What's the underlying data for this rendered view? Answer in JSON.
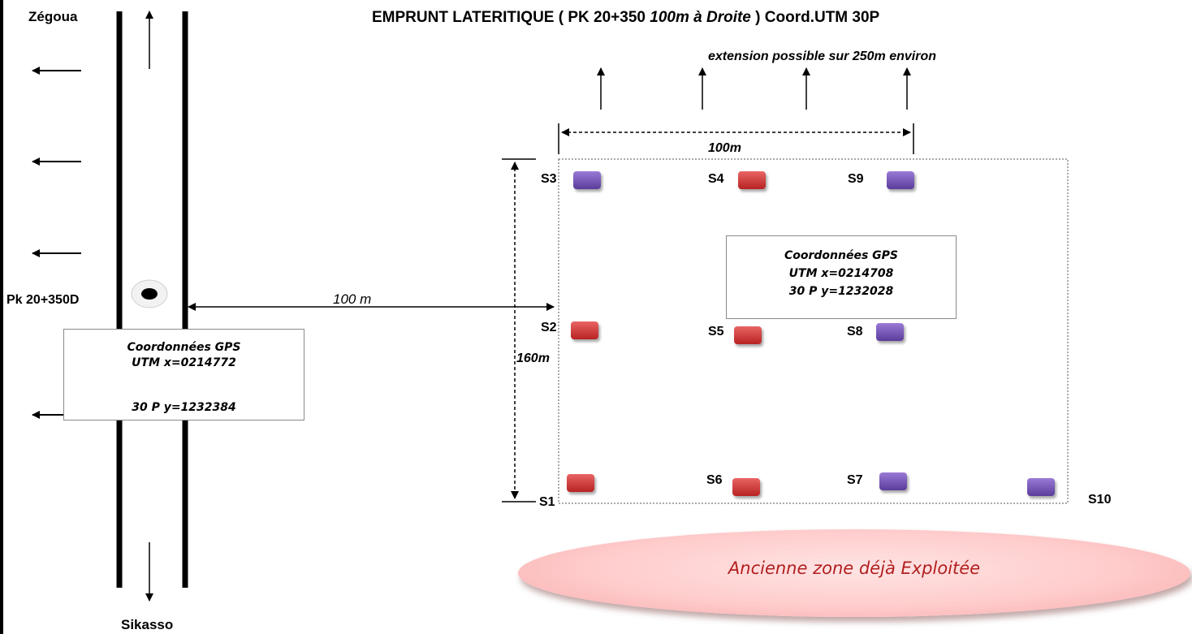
{
  "title": {
    "prefix": "EMPRUNT  LATERITIQUE  ( PK 20+350 ",
    "italic_part": "100m à Droite",
    "suffix": " ) Coord.UTM 30P"
  },
  "extension_note": "extension possible sur 250m environ",
  "road": {
    "north_label": "Zégoua",
    "south_label": "Sikasso",
    "pk_label": "Pk 20+350D"
  },
  "distance_label": "100 m",
  "width_label": "100m",
  "height_label": "160m",
  "gps_left": {
    "line1": "Coordonnées GPS",
    "line2": "UTM x=0214772",
    "line3": "30 P y=1232384"
  },
  "gps_right": {
    "line1": "Coordonnées GPS",
    "line2": "UTM  x=0214708",
    "line3": "30 P y=1232028"
  },
  "old_zone_label": "Ancienne  zone déjà Exploitée",
  "colors": {
    "sondage_red": "#d03a3a",
    "sondage_purple": "#7b5cc0",
    "zone_fill": "#ffcccc",
    "zone_text": "#b21e1e"
  },
  "sondages": [
    {
      "label": "S1",
      "color": "red"
    },
    {
      "label": "S2",
      "color": "red"
    },
    {
      "label": "S3",
      "color": "purple"
    },
    {
      "label": "S4",
      "color": "red"
    },
    {
      "label": "S5",
      "color": "red"
    },
    {
      "label": "S6",
      "color": "red"
    },
    {
      "label": "S7",
      "color": "purple"
    },
    {
      "label": "S8",
      "color": "purple"
    },
    {
      "label": "S9",
      "color": "purple"
    },
    {
      "label": "S10",
      "color": "purple"
    }
  ]
}
